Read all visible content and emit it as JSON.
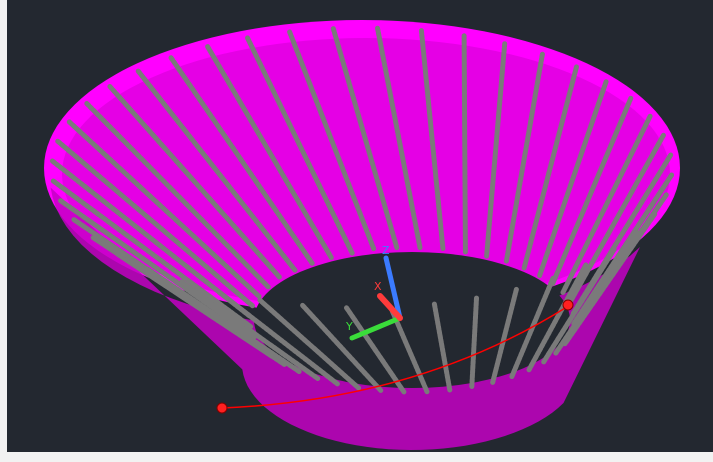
{
  "viewport": {
    "background": "#232830",
    "frame_color": "#f2f2f2"
  },
  "model": {
    "kind": "truncated-cone-shell",
    "face_color": "#ff00ff",
    "inner_face_color": "#e500e5",
    "rebar_color": "#7a7a7a",
    "rebar_count": 44,
    "hoop_color": "#ff0000"
  },
  "ucs_icon": {
    "x_label": "X",
    "y_label": "Y",
    "z_label": "Z",
    "x_color": "#ff3b3b",
    "y_color": "#3adc3a",
    "z_color": "#3b7bff"
  },
  "selection_grips": {
    "color": "#ff2020",
    "count": 2
  }
}
